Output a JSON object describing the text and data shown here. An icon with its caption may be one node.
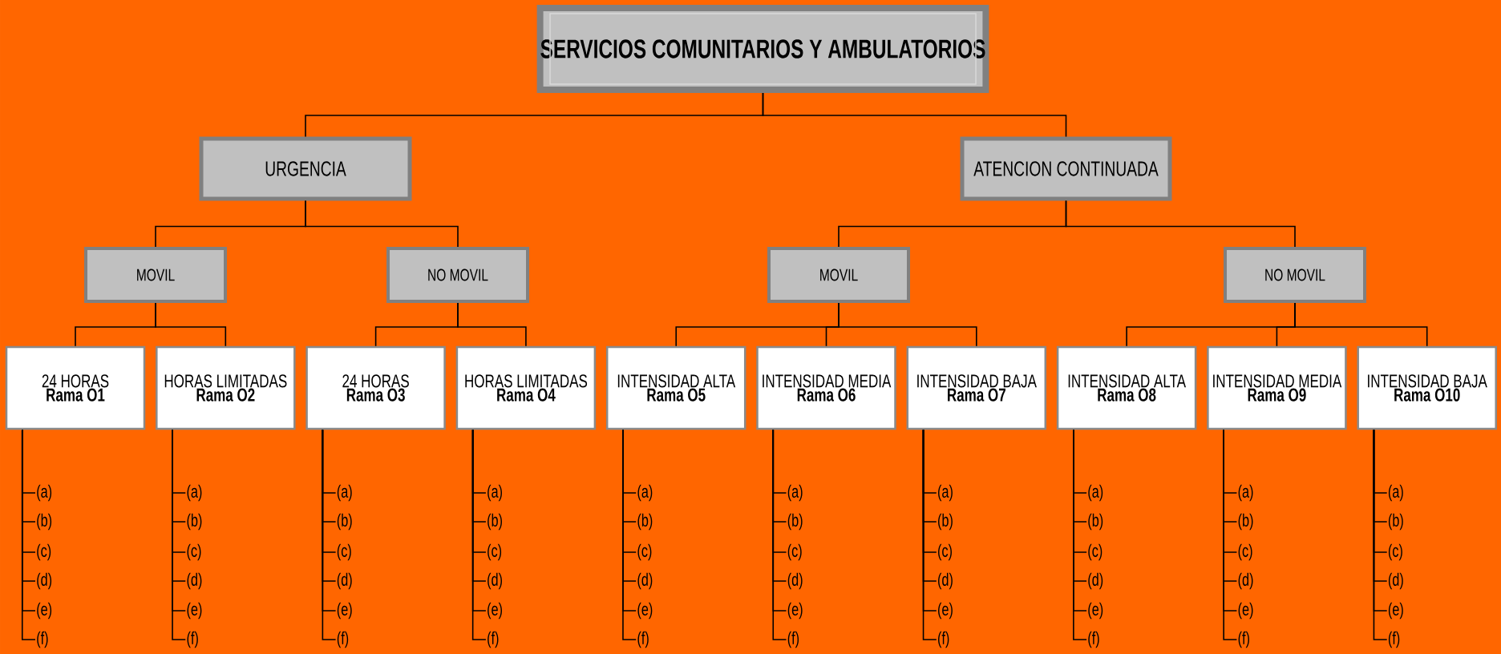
{
  "diagram": {
    "nodes": [
      {
        "text": [
          "SERVICIOS COMUNITARIOS Y AMBULATORIOS"
        ]
      },
      {
        "text": [
          "URGENCIA"
        ]
      },
      {
        "text": [
          "ATENCION CONTINUADA"
        ]
      },
      {
        "text": [
          "MOVIL"
        ]
      },
      {
        "text": [
          "NO MOVIL"
        ]
      },
      {
        "text": [
          "MOVIL"
        ]
      },
      {
        "text": [
          "NO MOVIL"
        ]
      },
      {
        "text": [
          "24 HORAS",
          "Rama O1"
        ]
      },
      {
        "text": [
          "HORAS LIMITADAS",
          "Rama O2"
        ]
      },
      {
        "text": [
          "24 HORAS",
          "Rama O3"
        ]
      },
      {
        "text": [
          "HORAS LIMITADAS",
          "Rama O4"
        ]
      },
      {
        "text": [
          "INTENSIDAD ALTA",
          "Rama O5"
        ]
      },
      {
        "text": [
          "INTENSIDAD MEDIA",
          "Rama O6"
        ]
      },
      {
        "text": [
          "INTENSIDAD BAJA",
          "Rama O7"
        ]
      },
      {
        "text": [
          "INTENSIDAD ALTA",
          "Rama O8"
        ]
      },
      {
        "text": [
          "INTENSIDAD MEDIA",
          "Rama O9"
        ]
      },
      {
        "text": [
          "INTENSIDAD BAJA",
          "Rama O10"
        ]
      },
      {
        "text": [
          "(a)"
        ]
      },
      {
        "text": [
          "(b)"
        ]
      },
      {
        "text": [
          "(c)"
        ]
      },
      {
        "text": [
          "(d)"
        ]
      },
      {
        "text": [
          "(e)"
        ]
      },
      {
        "text": [
          "(f)"
        ]
      },
      {
        "text": [
          "(a)"
        ]
      },
      {
        "text": [
          "(b)"
        ]
      },
      {
        "text": [
          "(c)"
        ]
      },
      {
        "text": [
          "(d)"
        ]
      },
      {
        "text": [
          "(e)"
        ]
      },
      {
        "text": [
          "(f)"
        ]
      },
      {
        "text": [
          "(a)"
        ]
      },
      {
        "text": [
          "(b)"
        ]
      },
      {
        "text": [
          "(c)"
        ]
      },
      {
        "text": [
          "(d)"
        ]
      },
      {
        "text": [
          "(e)"
        ]
      },
      {
        "text": [
          "(f)"
        ]
      },
      {
        "text": [
          "(a)"
        ]
      },
      {
        "text": [
          "(b)"
        ]
      },
      {
        "text": [
          "(c)"
        ]
      },
      {
        "text": [
          "(d)"
        ]
      },
      {
        "text": [
          "(e)"
        ]
      },
      {
        "text": [
          "(f)"
        ]
      },
      {
        "text": [
          "(a)"
        ]
      },
      {
        "text": [
          "(b)"
        ]
      },
      {
        "text": [
          "(c)"
        ]
      },
      {
        "text": [
          "(d)"
        ]
      },
      {
        "text": [
          "(e)"
        ]
      },
      {
        "text": [
          "(f)"
        ]
      },
      {
        "text": [
          "(a)"
        ]
      },
      {
        "text": [
          "(b)"
        ]
      },
      {
        "text": [
          "(c)"
        ]
      },
      {
        "text": [
          "(d)"
        ]
      },
      {
        "text": [
          "(e)"
        ]
      },
      {
        "text": [
          "(f)"
        ]
      },
      {
        "text": [
          "(a)"
        ]
      },
      {
        "text": [
          "(b)"
        ]
      },
      {
        "text": [
          "(c)"
        ]
      },
      {
        "text": [
          "(d)"
        ]
      },
      {
        "text": [
          "(e)"
        ]
      },
      {
        "text": [
          "(f)"
        ]
      },
      {
        "text": [
          "(a)"
        ]
      },
      {
        "text": [
          "(b)"
        ]
      },
      {
        "text": [
          "(c)"
        ]
      },
      {
        "text": [
          "(d)"
        ]
      },
      {
        "text": [
          "(e)"
        ]
      },
      {
        "text": [
          "(f)"
        ]
      },
      {
        "text": [
          "(a)"
        ]
      },
      {
        "text": [
          "(b)"
        ]
      },
      {
        "text": [
          "(c)"
        ]
      },
      {
        "text": [
          "(d)"
        ]
      },
      {
        "text": [
          "(e)"
        ]
      },
      {
        "text": [
          "(f)"
        ]
      },
      {
        "text": [
          "(a)"
        ]
      },
      {
        "text": [
          "(b)"
        ]
      },
      {
        "text": [
          "(c)"
        ]
      },
      {
        "text": [
          "(d)"
        ]
      },
      {
        "text": [
          "(e)"
        ]
      },
      {
        "text": [
          "(f)"
        ]
      }
    ],
    "edges": [
      {
        "from": 0,
        "to": 1,
        "arrow": "none"
      },
      {
        "from": 0,
        "to": 2,
        "arrow": "none"
      },
      {
        "from": 1,
        "to": 3,
        "arrow": "none"
      },
      {
        "from": 1,
        "to": 4,
        "arrow": "none"
      },
      {
        "from": 2,
        "to": 5,
        "arrow": "none"
      },
      {
        "from": 2,
        "to": 6,
        "arrow": "none"
      },
      {
        "from": 3,
        "to": 7,
        "arrow": "none"
      },
      {
        "from": 3,
        "to": 8,
        "arrow": "none"
      },
      {
        "from": 4,
        "to": 9,
        "arrow": "none"
      },
      {
        "from": 4,
        "to": 10,
        "arrow": "none"
      },
      {
        "from": 5,
        "to": 11,
        "arrow": "none"
      },
      {
        "from": 5,
        "to": 12,
        "arrow": "none"
      },
      {
        "from": 5,
        "to": 13,
        "arrow": "none"
      },
      {
        "from": 6,
        "to": 14,
        "arrow": "none"
      },
      {
        "from": 6,
        "to": 15,
        "arrow": "none"
      },
      {
        "from": 6,
        "to": 16,
        "arrow": "none"
      },
      {
        "from": 7,
        "to": 17,
        "arrow": "none"
      },
      {
        "from": 7,
        "to": 18,
        "arrow": "none"
      },
      {
        "from": 7,
        "to": 19,
        "arrow": "none"
      },
      {
        "from": 7,
        "to": 20,
        "arrow": "none"
      },
      {
        "from": 7,
        "to": 21,
        "arrow": "none"
      },
      {
        "from": 7,
        "to": 22,
        "arrow": "none"
      },
      {
        "from": 8,
        "to": 23,
        "arrow": "none"
      },
      {
        "from": 8,
        "to": 24,
        "arrow": "none"
      },
      {
        "from": 8,
        "to": 25,
        "arrow": "none"
      },
      {
        "from": 8,
        "to": 26,
        "arrow": "none"
      },
      {
        "from": 8,
        "to": 27,
        "arrow": "none"
      },
      {
        "from": 8,
        "to": 28,
        "arrow": "none"
      },
      {
        "from": 9,
        "to": 29,
        "arrow": "none"
      },
      {
        "from": 9,
        "to": 30,
        "arrow": "none"
      },
      {
        "from": 9,
        "to": 31,
        "arrow": "none"
      },
      {
        "from": 9,
        "to": 32,
        "arrow": "none"
      },
      {
        "from": 9,
        "to": 33,
        "arrow": "none"
      },
      {
        "from": 9,
        "to": 34,
        "arrow": "none"
      },
      {
        "from": 10,
        "to": 35,
        "arrow": "none"
      },
      {
        "from": 10,
        "to": 36,
        "arrow": "none"
      },
      {
        "from": 10,
        "to": 37,
        "arrow": "none"
      },
      {
        "from": 10,
        "to": 38,
        "arrow": "none"
      },
      {
        "from": 10,
        "to": 39,
        "arrow": "none"
      },
      {
        "from": 10,
        "to": 40,
        "arrow": "none"
      },
      {
        "from": 11,
        "to": 41,
        "arrow": "none"
      },
      {
        "from": 11,
        "to": 42,
        "arrow": "none"
      },
      {
        "from": 11,
        "to": 43,
        "arrow": "none"
      },
      {
        "from": 11,
        "to": 44,
        "arrow": "none"
      },
      {
        "from": 11,
        "to": 45,
        "arrow": "none"
      },
      {
        "from": 11,
        "to": 46,
        "arrow": "none"
      },
      {
        "from": 12,
        "to": 47,
        "arrow": "none"
      },
      {
        "from": 12,
        "to": 48,
        "arrow": "none"
      },
      {
        "from": 12,
        "to": 49,
        "arrow": "none"
      },
      {
        "from": 12,
        "to": 50,
        "arrow": "none"
      },
      {
        "from": 12,
        "to": 51,
        "arrow": "none"
      },
      {
        "from": 12,
        "to": 52,
        "arrow": "none"
      },
      {
        "from": 13,
        "to": 53,
        "arrow": "none"
      },
      {
        "from": 13,
        "to": 54,
        "arrow": "none"
      },
      {
        "from": 13,
        "to": 55,
        "arrow": "none"
      },
      {
        "from": 13,
        "to": 56,
        "arrow": "none"
      },
      {
        "from": 13,
        "to": 57,
        "arrow": "none"
      },
      {
        "from": 13,
        "to": 58,
        "arrow": "none"
      },
      {
        "from": 14,
        "to": 59,
        "arrow": "none"
      },
      {
        "from": 14,
        "to": 60,
        "arrow": "none"
      },
      {
        "from": 14,
        "to": 61,
        "arrow": "none"
      },
      {
        "from": 14,
        "to": 62,
        "arrow": "none"
      },
      {
        "from": 14,
        "to": 63,
        "arrow": "none"
      },
      {
        "from": 14,
        "to": 64,
        "arrow": "none"
      },
      {
        "from": 15,
        "to": 65,
        "arrow": "none"
      },
      {
        "from": 15,
        "to": 66,
        "arrow": "none"
      },
      {
        "from": 15,
        "to": 67,
        "arrow": "none"
      },
      {
        "from": 15,
        "to": 68,
        "arrow": "none"
      },
      {
        "from": 15,
        "to": 69,
        "arrow": "none"
      },
      {
        "from": 15,
        "to": 70,
        "arrow": "none"
      },
      {
        "from": 16,
        "to": 71,
        "arrow": "none"
      },
      {
        "from": 16,
        "to": 72,
        "arrow": "none"
      },
      {
        "from": 16,
        "to": 73,
        "arrow": "none"
      },
      {
        "from": 16,
        "to": 74,
        "arrow": "none"
      },
      {
        "from": 16,
        "to": 75,
        "arrow": "none"
      },
      {
        "from": 16,
        "to": 76,
        "arrow": "none"
      }
    ]
  }
}
